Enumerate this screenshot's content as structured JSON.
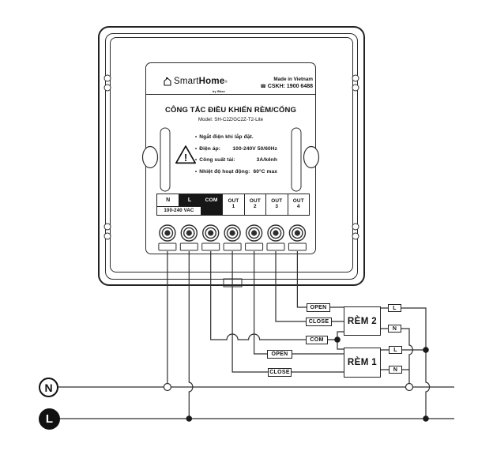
{
  "device": {
    "brand": {
      "smart": "Smart",
      "home": "Home",
      "reg": "®",
      "by": "by Bkav"
    },
    "origin": "Made in Vietnam",
    "hotline_icon": "☎",
    "hotline": "CSKH: 1900 6488",
    "title": "CÔNG TẮC ĐIỀU KHIỂN RÈM/CỔNG",
    "model": "Model: SH-C2Z/GC2Z-T2-Lite",
    "warning_mark": "!",
    "bullet": "•",
    "warnings": [
      {
        "label": "Ngắt điện khi lắp đặt.",
        "value": ""
      },
      {
        "label": "Điện áp:",
        "value": "100-240V 50/60Hz"
      },
      {
        "label": "Công suất tải:",
        "value": "3A/kênh"
      },
      {
        "label": "Nhiệt độ hoạt động:",
        "value": "60°C max"
      }
    ],
    "terminals": {
      "n": "N",
      "l": "L",
      "vac": "100-240 VAC",
      "com": "COM",
      "out": "OUT",
      "out_numbers": [
        "1",
        "2",
        "3",
        "4"
      ]
    }
  },
  "wiring": {
    "rem2": {
      "name": "RÈM 2",
      "open": "OPEN",
      "close": "CLOSE",
      "l": "L",
      "n": "N"
    },
    "rem1": {
      "name": "RÈM 1",
      "open": "OPEN",
      "close": "CLOSE",
      "l": "L",
      "n": "N"
    },
    "com_label": "COM",
    "supply": {
      "neutral": "N",
      "line": "L"
    }
  },
  "colors": {
    "line": "#2e2e2e",
    "black": "#161616"
  }
}
